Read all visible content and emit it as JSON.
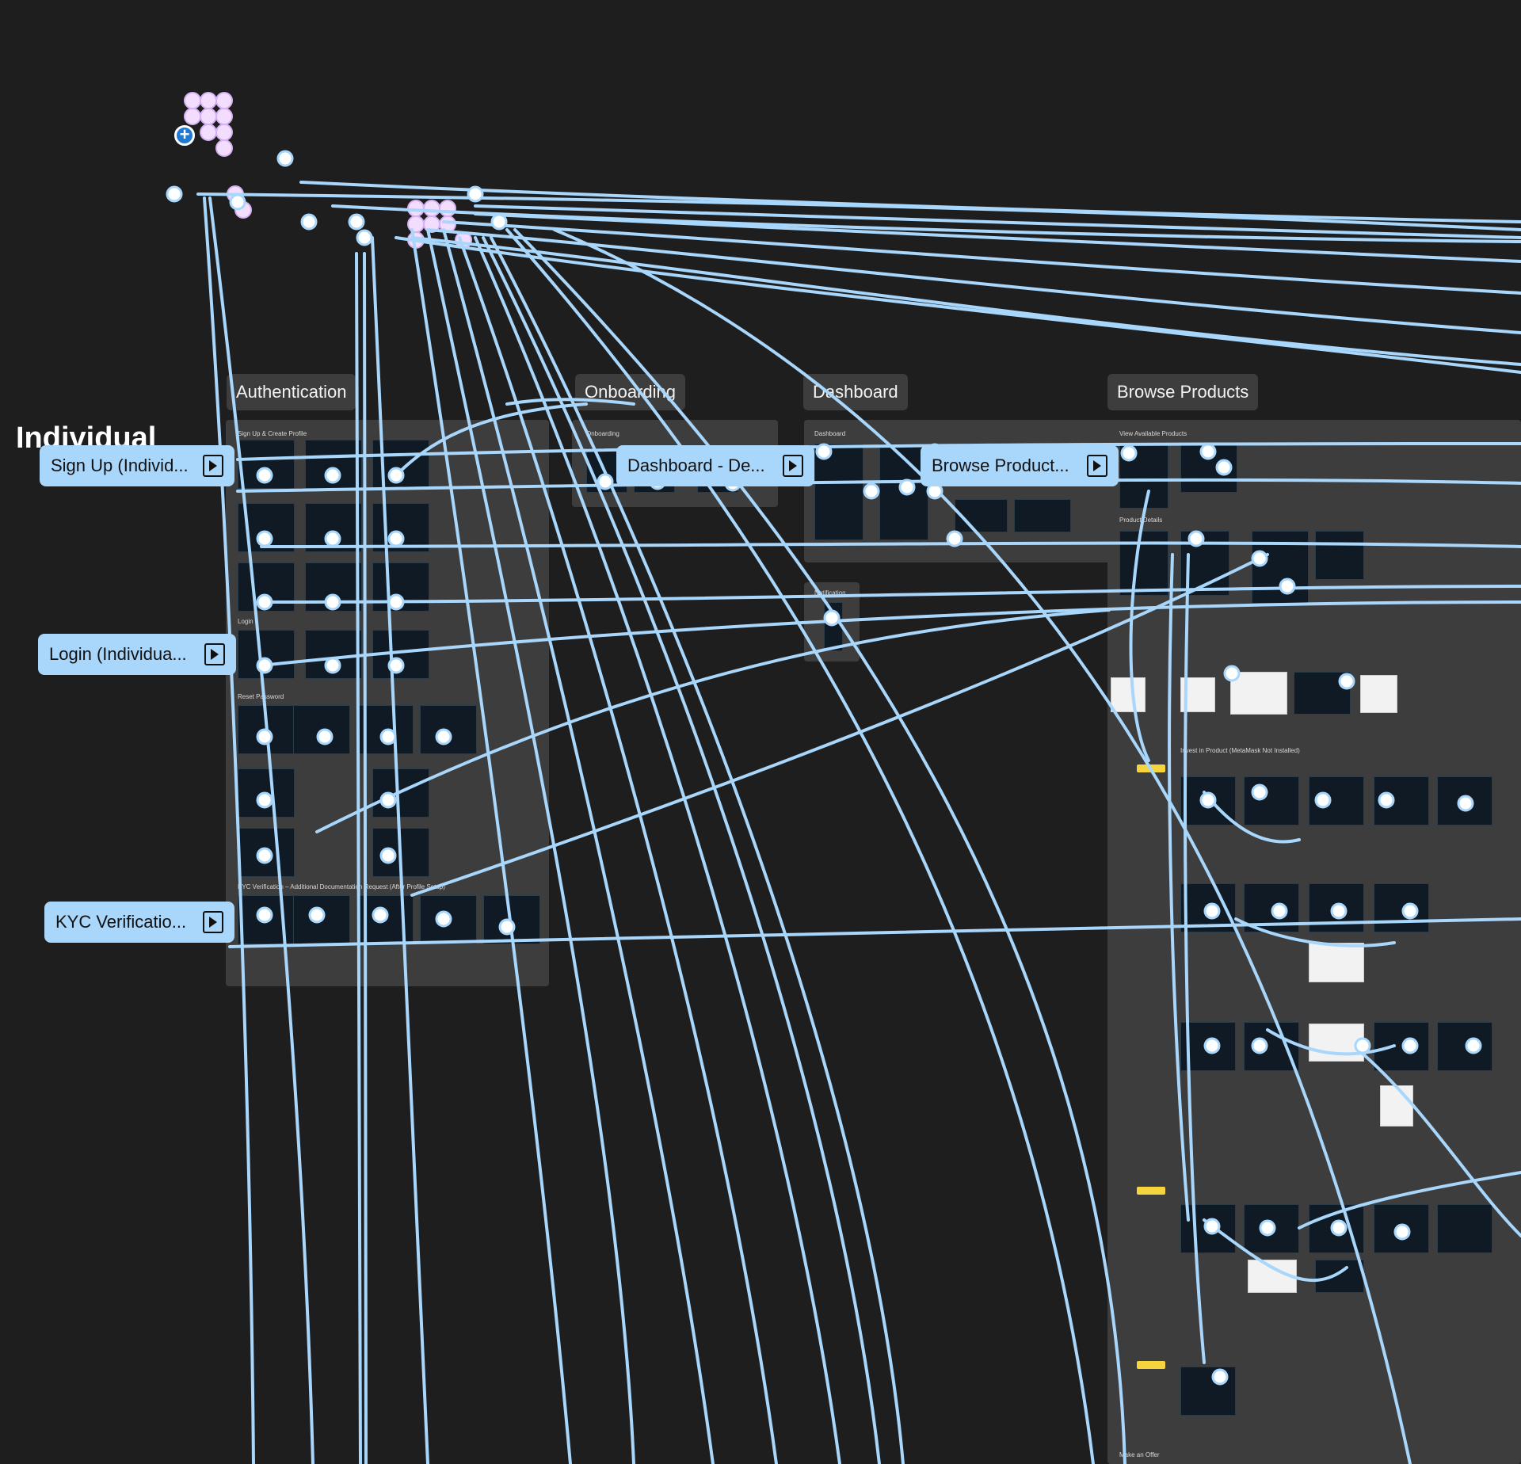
{
  "canvas": {
    "heading": "Individual"
  },
  "sections": [
    {
      "id": "authentication",
      "title": "Authentication"
    },
    {
      "id": "onboarding",
      "title": "Onboarding"
    },
    {
      "id": "dashboard",
      "title": "Dashboard"
    },
    {
      "id": "browse",
      "title": "Browse Products"
    }
  ],
  "flows": [
    {
      "label": "Sign Up (Individ..."
    },
    {
      "label": "Login (Individua..."
    },
    {
      "label": "KYC Verificatio..."
    },
    {
      "label": "Dashboard - De..."
    },
    {
      "label": "Browse Product..."
    }
  ],
  "sublabels": {
    "signup": "Sign Up & Create Profile",
    "login": "Login",
    "reset": "Reset Password",
    "kyc": "KYC Verification – Additional Documentation Request (After Profile Setup)",
    "onboarding": "Onboarding",
    "dashboard": "Dashboard",
    "notification": "Notification",
    "view_products": "View Available Products",
    "product_details": "Product Details",
    "invest": "Invest in Product (MetaMask Not Installed)",
    "make_offer": "Make an Offer"
  },
  "colors": {
    "background": "#1e1e1e",
    "section": "#3d3d3d",
    "connector": "#a9d6fb",
    "component": "#f3ddff",
    "sticky": "#f5d43d"
  },
  "icons": {
    "add": "plus-circle-icon",
    "play": "play-flow-icon"
  }
}
